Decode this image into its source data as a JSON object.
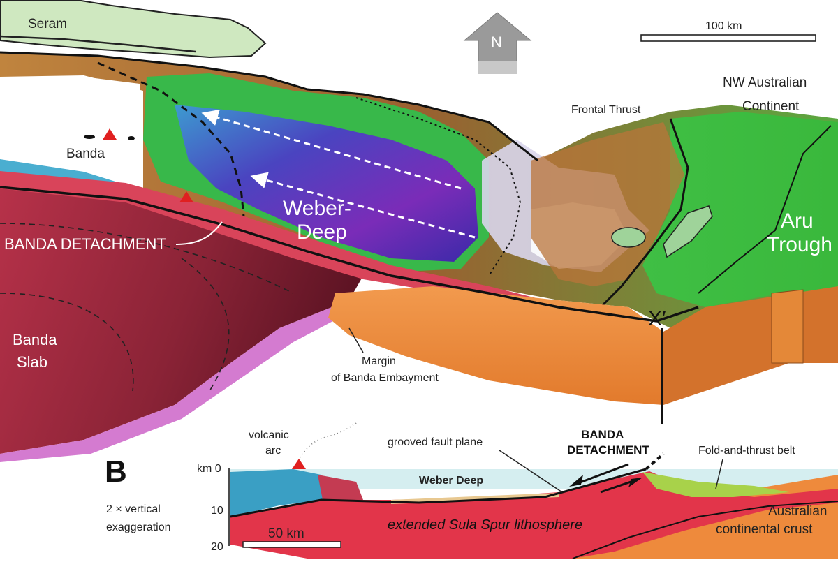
{
  "map_labels": {
    "seram": "Seram",
    "banda": "Banda",
    "north": "N",
    "scale_top": "100 km",
    "nw_australian_1": "NW Australian",
    "nw_australian_2": "Continent",
    "frontal_thrust": "Frontal Thrust",
    "weber_deep_1": "Weber-",
    "weber_deep_2": "Deep",
    "aru_trough_1": "Aru",
    "aru_trough_2": "Trough",
    "banda_detachment": "BANDA DETACHMENT",
    "banda_slab_1": "Banda",
    "banda_slab_2": "Slab",
    "margin_1": "Margin",
    "margin_2": "of Banda Embayment",
    "x_prime": "X′"
  },
  "section_labels": {
    "panel_letter": "B",
    "volcanic_1": "volcanic",
    "volcanic_2": "arc",
    "grooved": "grooved fault plane",
    "detach_1": "BANDA",
    "detach_2": "DETACHMENT",
    "fold_thrust": "Fold-and-thrust belt",
    "weber_deep": "Weber Deep",
    "km0": "km 0",
    "km10": "10",
    "km20": "20",
    "vert_1": "2 × vertical",
    "vert_2": "exaggeration",
    "scale_bottom": "50 km",
    "lithosphere": "extended Sula Spur lithosphere",
    "australian_1": "Australian",
    "australian_2": "continental crust"
  },
  "colors": {
    "slab_red": "#c43b52",
    "slab_dark": "#7a1e2e",
    "slab_pink": "#d47bd0",
    "orange_crust": "#ee8a3c",
    "orange_dark": "#c86a24",
    "deep_purple": "#6a2fb0",
    "deep_blue": "#2e3fb8",
    "land_green": "#3cc23c",
    "land_brown": "#b8753a",
    "seram_green": "#cfe8c0",
    "water_light": "#d5eef0",
    "arc_blue": "#3a9fc4",
    "fold_green": "#a8d24a"
  }
}
